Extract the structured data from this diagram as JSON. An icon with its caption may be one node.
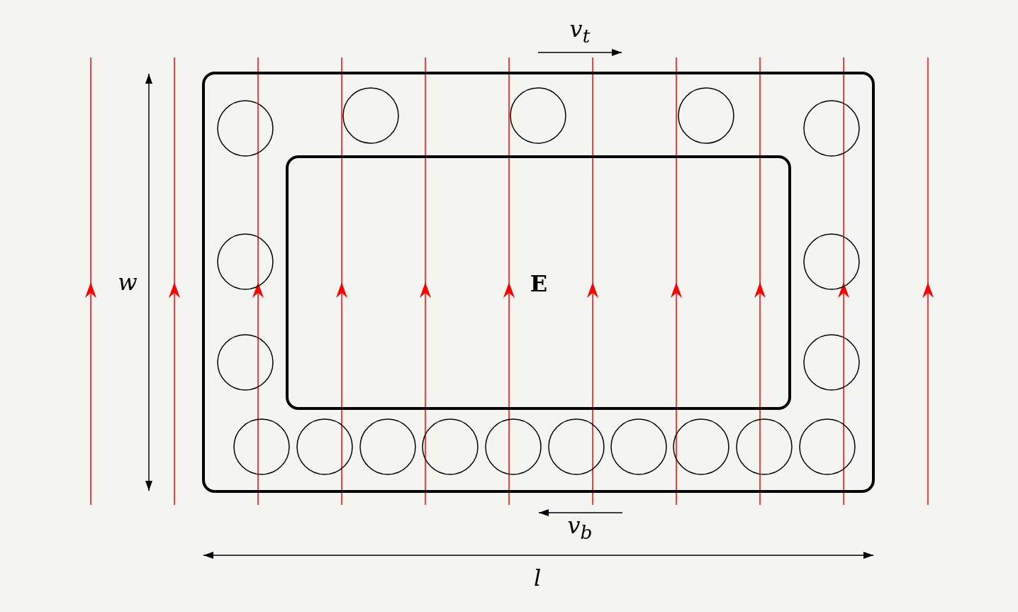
{
  "diagram": {
    "labels": [
      "v$_{t}$",
      "w",
      "E",
      "v$_{b}$",
      "l"
    ]
  }
}
